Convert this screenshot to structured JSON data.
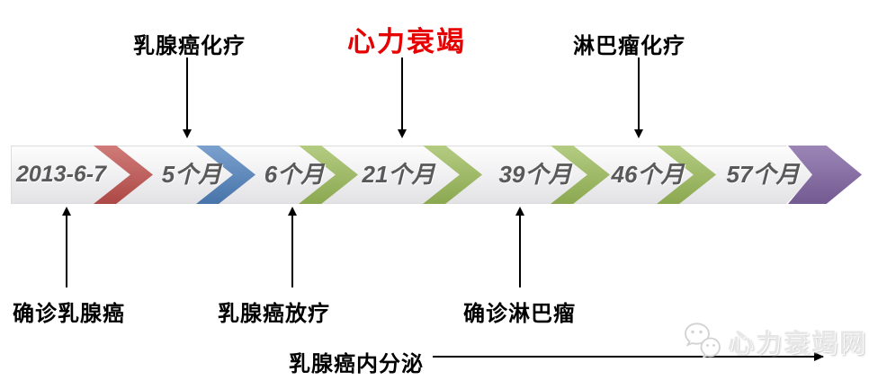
{
  "diagram": {
    "type": "timeline",
    "segments": [
      {
        "label": "2013-6-7",
        "chevron_after": "#C0504D"
      },
      {
        "label": "5个月",
        "chevron_after": "#4F81BD"
      },
      {
        "label": "6个月",
        "chevron_after": "#9BBB59"
      },
      {
        "label": "21个月",
        "chevron_after": "#9BBB59"
      },
      {
        "label": "39个月",
        "chevron_after": "#9BBB59"
      },
      {
        "label": "46个月",
        "chevron_after": "#9BBB59"
      },
      {
        "label": "57个月",
        "chevron_after": "#8064A2"
      }
    ],
    "bar_style": {
      "fill": "#ECECEF",
      "label_color": "#595959"
    },
    "annotations_top": [
      {
        "label": "乳腺癌化疗",
        "color": "#000000",
        "points_to": "5个月"
      },
      {
        "label": "心力衰竭",
        "color": "#E60000",
        "points_to": "21个月"
      },
      {
        "label": "淋巴瘤化疗",
        "color": "#000000",
        "points_to": "46个月"
      }
    ],
    "annotations_bottom": [
      {
        "label": "确诊乳腺癌",
        "points_to": "2013-6-7"
      },
      {
        "label": "乳腺癌放疗",
        "points_to": "6个月"
      },
      {
        "label": "确诊淋巴瘤",
        "points_to": "39个月"
      },
      {
        "label": "乳腺癌内分泌",
        "arrow_span_to": "57个月"
      }
    ],
    "watermark": {
      "label": "心力衰竭网",
      "logo": "wechat-bubbles-icon"
    }
  }
}
